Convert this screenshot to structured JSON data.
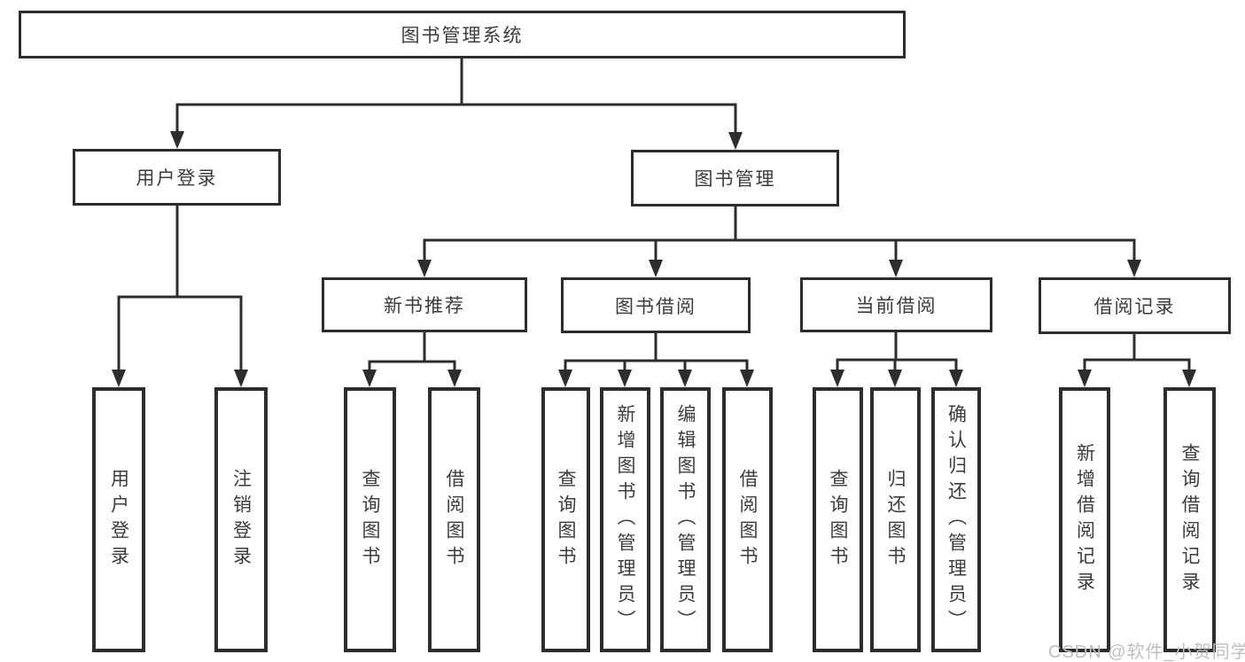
{
  "diagram": {
    "root": {
      "label": "图书管理系统"
    },
    "branches": [
      {
        "label": "用户登录",
        "children": [
          {
            "label": "用户登录"
          },
          {
            "label": "注销登录"
          }
        ]
      },
      {
        "label": "图书管理",
        "children": [
          {
            "label": "新书推荐",
            "children": [
              {
                "label": "查询图书"
              },
              {
                "label": "借阅图书"
              }
            ]
          },
          {
            "label": "图书借阅",
            "children": [
              {
                "label": "查询图书"
              },
              {
                "label": "新增图书（管理员）"
              },
              {
                "label": "编辑图书（管理员）"
              },
              {
                "label": "借阅图书"
              }
            ]
          },
          {
            "label": "当前借阅",
            "children": [
              {
                "label": "查询图书"
              },
              {
                "label": "归还图书"
              },
              {
                "label": "确认归还（管理员）"
              }
            ]
          },
          {
            "label": "借阅记录",
            "children": [
              {
                "label": "新增借阅记录"
              },
              {
                "label": "查询借阅记录"
              }
            ]
          }
        ]
      }
    ]
  },
  "watermark": {
    "text": "CSDN @软件_小贺同学"
  },
  "colors": {
    "line": "#2d2d2d",
    "text": "#3c3c3c",
    "watermark": "#bfbfbf",
    "background": "#ffffff"
  }
}
